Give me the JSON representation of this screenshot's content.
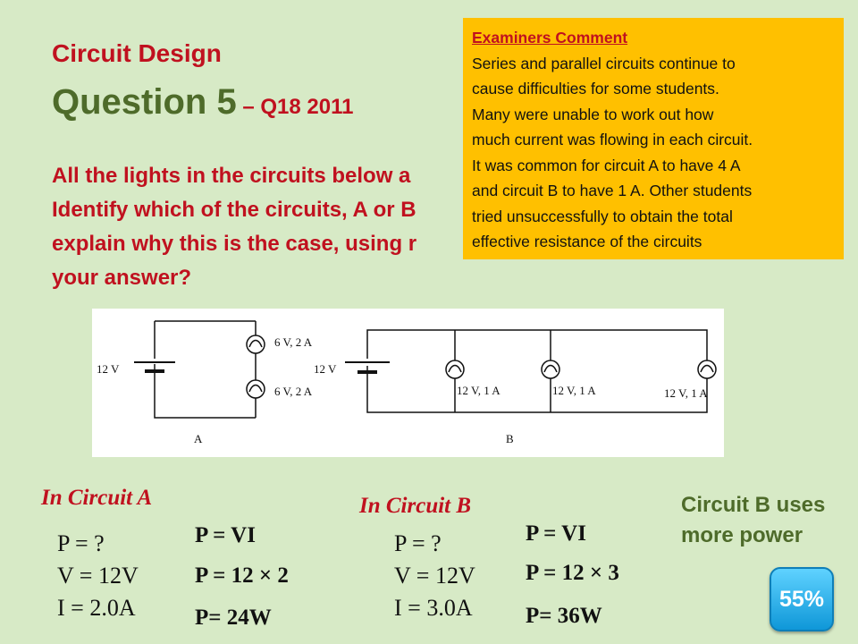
{
  "heading": "Circuit Design",
  "question": {
    "main": "Question 5",
    "sub": " – Q18 2011"
  },
  "prompt_lines": [
    "All the lights in the circuits below a",
    "Identify which of the circuits, A or B",
    "explain why this is the case, using r",
    "your answer?"
  ],
  "examiner": {
    "title": "Examiners Comment",
    "lines": [
      "Series and parallel circuits continue to",
      "cause difficulties for some students.",
      "Many were unable to work out how",
      "much current was flowing in each circuit.",
      "It was common for circuit A to have 4 A",
      "and circuit B to have 1 A. Other students",
      "tried unsuccessfully to obtain the total",
      "effective resistance of the circuits"
    ]
  },
  "diagram": {
    "circuit_a": {
      "battery": "12 V",
      "bulb1": "6 V, 2 A",
      "bulb2": "6 V, 2 A",
      "label": "A"
    },
    "circuit_b": {
      "battery": "12 V",
      "bulb1": "12 V, 1 A",
      "bulb2": "12 V, 1 A",
      "bulb3": "12 V, 1 A",
      "label": "B"
    }
  },
  "circuitA": {
    "title": "In Circuit A",
    "given": [
      "P = ?",
      "V = 12V",
      "I = 2.0A"
    ],
    "working": [
      "P = VI",
      "P = 12 × 2",
      "P= 24W"
    ]
  },
  "circuitB": {
    "title": "In Circuit B",
    "given": [
      "P = ?",
      "V = 12V",
      "I = 3.0A"
    ],
    "working": [
      "P = VI",
      "P = 12 × 3",
      "P= 36W"
    ]
  },
  "conclusion": [
    "Circuit B uses",
    "more power"
  ],
  "badge": "55%"
}
